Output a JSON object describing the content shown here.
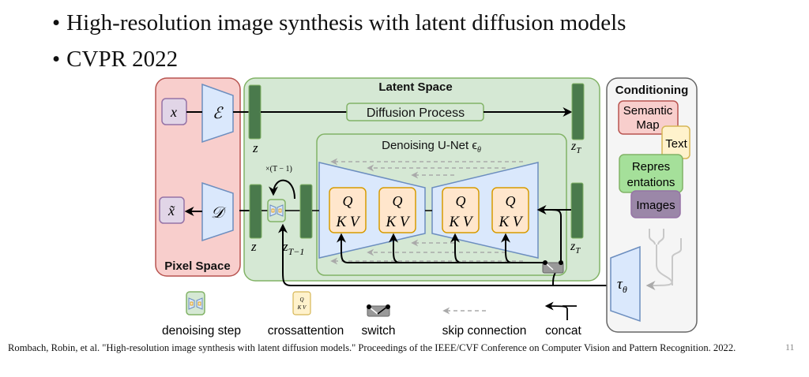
{
  "slide": {
    "bullets": [
      "High-resolution image synthesis with latent diffusion models",
      "CVPR 2022"
    ],
    "bullet_glyph": "•",
    "citation": "Rombach, Robin, et al. \"High-resolution image synthesis with latent diffusion models.\" Proceedings of the IEEE/CVF Conference on Computer Vision and Pattern Recognition. 2022.",
    "page_number": "11"
  },
  "diagram": {
    "pixel_space": {
      "title": "Pixel Space",
      "input_label": "x",
      "output_label": "x̃",
      "encoder_label": "ℰ",
      "decoder_label": "𝒟"
    },
    "latent_space": {
      "title": "Latent Space",
      "diffusion_process": "Diffusion Process",
      "z_label": "z",
      "z_T_label": "z",
      "z_T_sub": "T",
      "z_T1_label": "z",
      "z_T1_sub": "T−1",
      "loop_label": "×(T − 1)",
      "unet_title": "Denoising U-Net ϵ",
      "unet_sub": "θ",
      "attention_blocks": [
        {
          "q": "Q",
          "kv": "K V"
        },
        {
          "q": "Q",
          "kv": "K V"
        },
        {
          "q": "Q",
          "kv": "K V"
        },
        {
          "q": "Q",
          "kv": "K V"
        }
      ]
    },
    "conditioning": {
      "title": "Conditioning",
      "items": [
        "Semantic Map",
        "Text",
        "Repres entations",
        "Images"
      ],
      "item_lines": [
        [
          "Semantic",
          "Map"
        ],
        [
          "Text"
        ],
        [
          "Repres",
          "entations"
        ],
        [
          "Images"
        ]
      ],
      "tau_label": "τ",
      "tau_sub": "θ"
    },
    "legend": [
      {
        "label": "denoising step",
        "icon": "denoising-step-icon"
      },
      {
        "label": "crossattention",
        "icon": "crossattention-icon"
      },
      {
        "label": "switch",
        "icon": "switch-icon"
      },
      {
        "label": "skip connection",
        "icon": "skip-connection-icon"
      },
      {
        "label": "concat",
        "icon": "concat-icon"
      }
    ],
    "legend_kv": {
      "q": "Q",
      "kv": "K V"
    },
    "colors": {
      "pixel_fill": "#f8cecc",
      "pixel_stroke": "#b85450",
      "latent_fill": "#d5e8d4",
      "latent_stroke": "#82b366",
      "cond_fill": "#f5f5f5",
      "cond_stroke": "#666666",
      "block_fill": "#dae8fc",
      "block_stroke": "#6c8ebf",
      "attn_fill": "#ffe6cc",
      "attn_stroke": "#d79b00",
      "latent_bar": "#4a7a4c",
      "xbox_fill": "#e1d5e7",
      "xbox_stroke": "#9673a6",
      "text_fill": "#fff2cc",
      "text_stroke": "#d6b656",
      "images_fill": "#9b87a8"
    }
  }
}
